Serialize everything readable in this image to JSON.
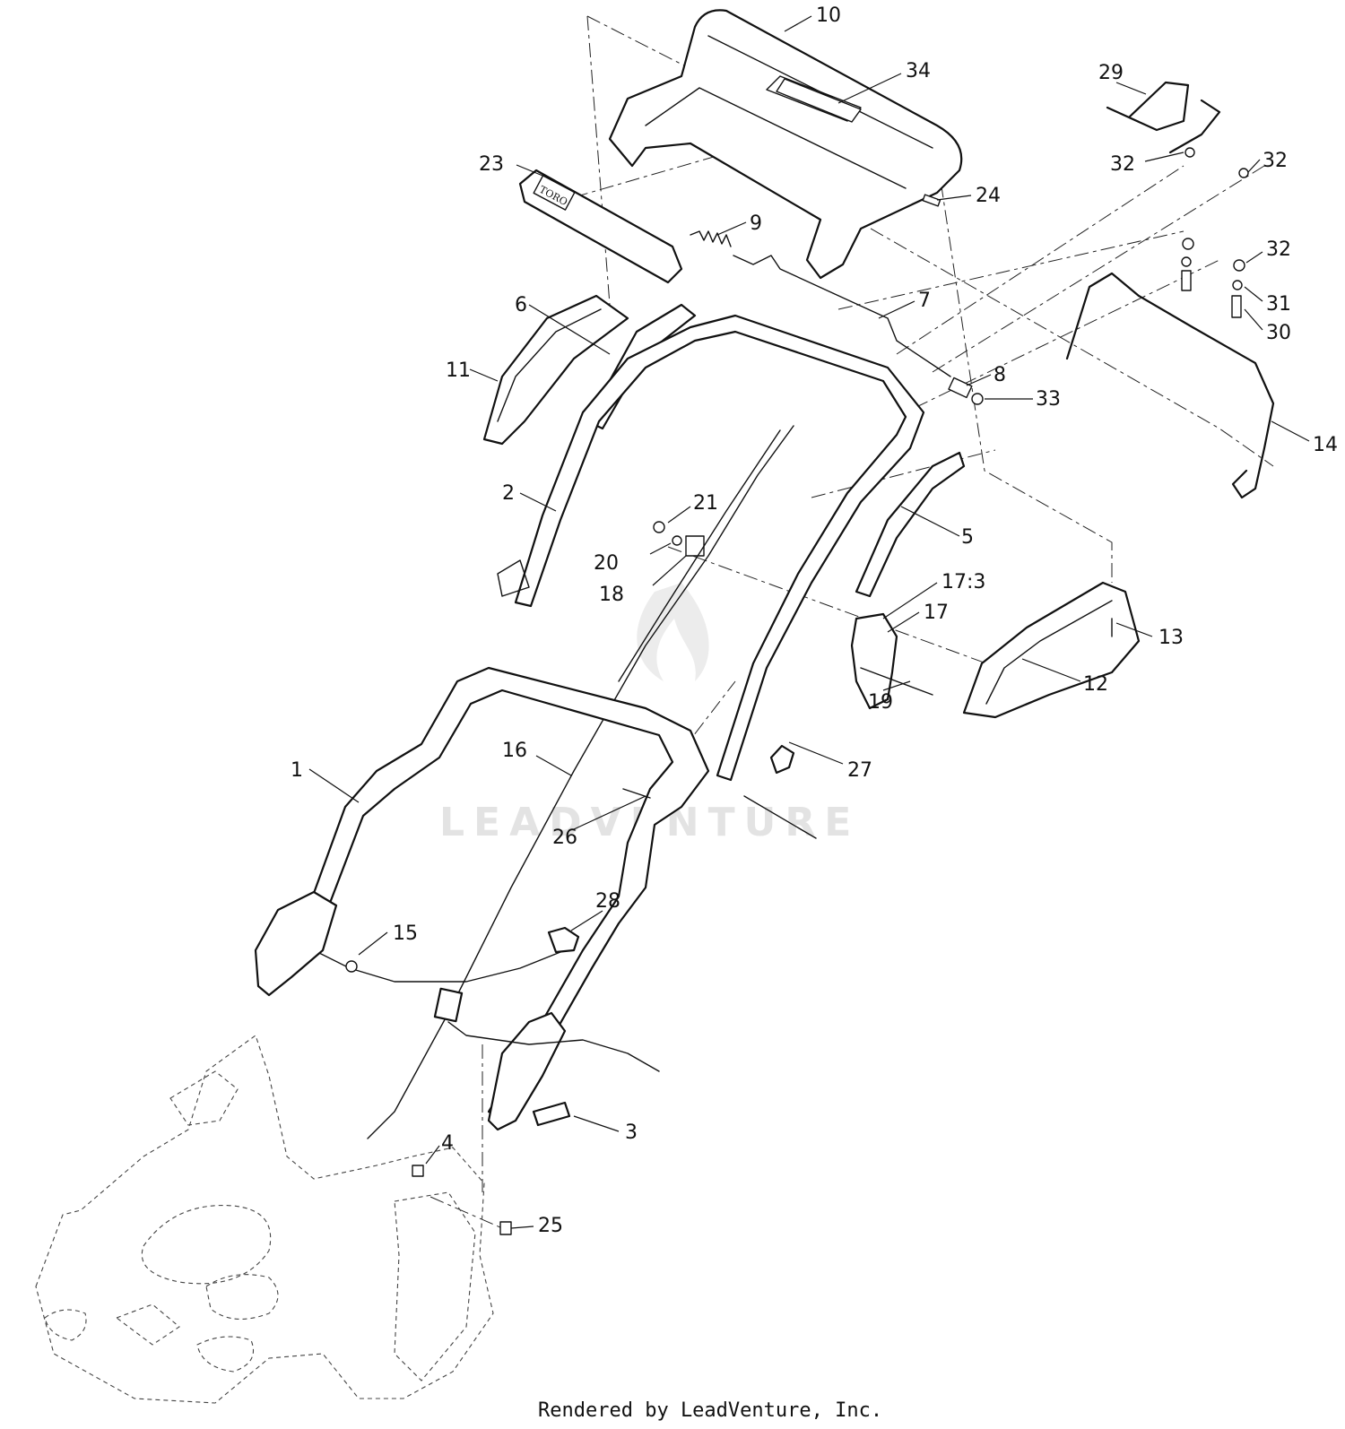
{
  "callouts": {
    "c1": "1",
    "c2": "2",
    "c3": "3",
    "c4": "4",
    "c5": "5",
    "c6": "6",
    "c7": "7",
    "c8": "8",
    "c9": "9",
    "c10": "10",
    "c11": "11",
    "c12": "12",
    "c13": "13",
    "c14": "14",
    "c15": "15",
    "c16": "16",
    "c17": "17",
    "c17_3": "17:3",
    "c18": "18",
    "c19": "19",
    "c20": "20",
    "c21": "21",
    "c23": "23",
    "c24": "24",
    "c25": "25",
    "c26": "26",
    "c27": "27",
    "c28": "28",
    "c29": "29",
    "c30": "30",
    "c31": "31",
    "c32a": "32",
    "c32b": "32",
    "c32c": "32",
    "c33": "33",
    "c34": "34"
  },
  "labels": {
    "grip_logo": "TORO",
    "watermark": "LEADVENTURE"
  },
  "footer": {
    "credit": "Rendered by LeadVenture, Inc."
  }
}
